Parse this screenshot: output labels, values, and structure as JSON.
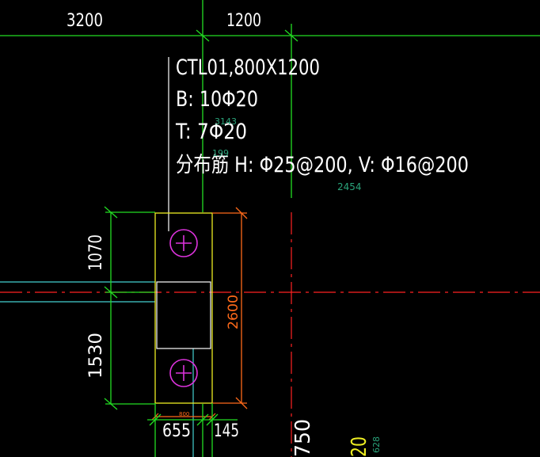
{
  "colors": {
    "background": "#000000",
    "white_text": "#ffffff",
    "green": "#22dd22",
    "red": "#ff2222",
    "orange": "#ff6a1a",
    "yellow": "#eeee22",
    "magenta": "#dd33dd",
    "cyan": "#44d0d0",
    "teal_text": "#2aa37a"
  },
  "dims_top": {
    "left": "3200",
    "right": "1200"
  },
  "annotation": {
    "line1": "CTL01,800X1200",
    "line2": "B: 10Φ20",
    "line3": "T: 7Φ20",
    "line4": "分布筋 H: Φ25@200, V: Φ16@200"
  },
  "small_labels": {
    "a": "3143",
    "b": "199",
    "c": "2454",
    "d": "628",
    "e": "800"
  },
  "dims_left": {
    "upper": "1070",
    "lower": "1530"
  },
  "dim_right": "2600",
  "dims_bottom": {
    "left": "655",
    "right": "145"
  },
  "bottom_partial": {
    "a": "750",
    "b": "20"
  }
}
